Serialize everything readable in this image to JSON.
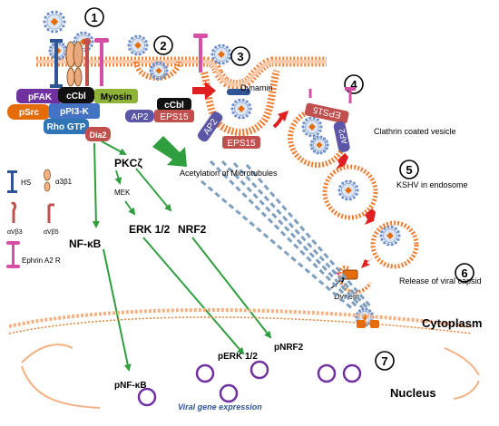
{
  "steps": [
    "1",
    "2",
    "3",
    "4",
    "5",
    "6",
    "7"
  ],
  "membrane_proteins": {
    "pfak": "pFAK",
    "ccbl_left": "cCbl",
    "myosin": "Myosin",
    "psrc": "pSrc",
    "ppi3k": "pPI3-K",
    "rhogtp": "Rho GTP",
    "dia2": "Dia2",
    "ccbl_right": "cCbl",
    "ap2": "AP2",
    "eps15": "EPS15"
  },
  "endocytosis": {
    "dynamin": "Dynamin",
    "ap2_pit": "AP2",
    "eps15_pit": "EPS15",
    "eps15_vesicle": "EPS15",
    "ap2_vesicle": "AP2",
    "clathrin_vesicle": "Clathrin coated vesicle",
    "kshv_endosome": "KSHV in endosome",
    "dynein": "Dynein",
    "release": "Release of viral capsid"
  },
  "signaling": {
    "pkcz": "PKCζ",
    "mek": "MEK",
    "erk": "ERK 1/2",
    "nrf2": "NRF2",
    "nfkb": "NF-κB",
    "acetylation": "Acetylation of Microtubules"
  },
  "nucleus": {
    "pnfkb": "pNF-κB",
    "perk": "pERK 1/2",
    "pnrf2": "pNRF2",
    "viral_gene_expression": "Viral gene expression",
    "nucleus_label": "Nucleus",
    "cytoplasm_label": "Cytoplasm"
  },
  "legend": {
    "hs": "HS",
    "a3b1": "α3β1",
    "avb3": "αVβ3",
    "avb5": "αVβ5",
    "ephrin": "Ephrin A2 R"
  },
  "colors": {
    "membrane": "#f4b183",
    "membrane_dots": "#ed7d31",
    "arrow_green": "#2e9e3e",
    "arrow_red": "#e02020",
    "microtubule": "#7f9fbf",
    "purple_box": "#7030a0",
    "black_box": "#111111",
    "myosin": "#8fb339",
    "psrc": "#e46c0a",
    "ppi3k": "#4472c4",
    "rho": "#2f75b5",
    "dia2": "#c0504d",
    "ap2": "#5b57a6",
    "eps15": "#c0504d",
    "ephrin": "#d64fa6"
  }
}
